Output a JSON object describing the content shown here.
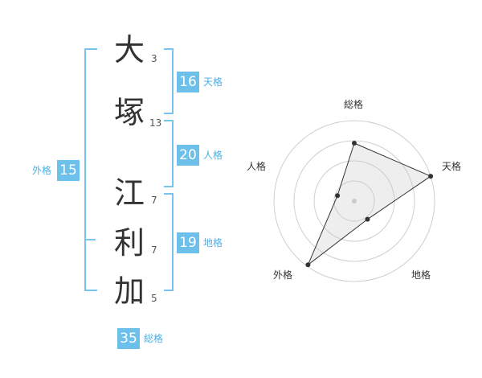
{
  "name": {
    "surname": [
      {
        "char": "大",
        "strokes": "3"
      },
      {
        "char": "塚",
        "strokes": "13"
      }
    ],
    "given": [
      {
        "char": "江",
        "strokes": "7"
      },
      {
        "char": "利",
        "strokes": "7"
      },
      {
        "char": "加",
        "strokes": "5"
      }
    ]
  },
  "kakusu": {
    "tenkaku": {
      "value": "16",
      "label": "天格"
    },
    "jinkaku": {
      "value": "20",
      "label": "人格"
    },
    "chikaku": {
      "value": "19",
      "label": "地格"
    },
    "gaikaku": {
      "value": "15",
      "label": "外格"
    },
    "soukaku": {
      "value": "35",
      "label": "総格"
    }
  },
  "colors": {
    "accent": "#6cc0ea",
    "bracket": "#79c3ee"
  },
  "chart_data": {
    "type": "radar",
    "axes": [
      "総格",
      "天格",
      "地格",
      "外格",
      "人格"
    ],
    "values": [
      0.72,
      1.0,
      0.28,
      0.98,
      0.22
    ],
    "rings": 4
  }
}
